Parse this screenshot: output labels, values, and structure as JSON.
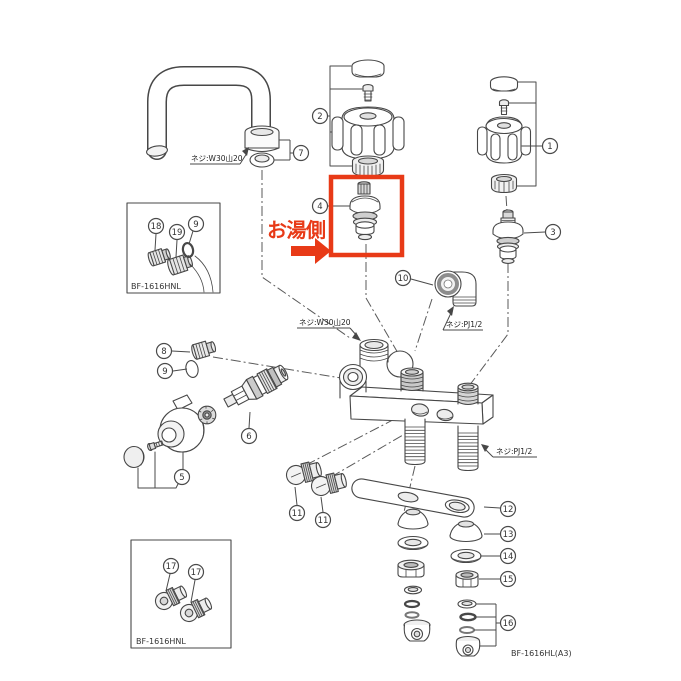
{
  "diagram": {
    "model_labels": {
      "main": "BF-1616HL(A3)",
      "inset_top": "BF-1616HNL",
      "inset_bottom": "BF-1616HNL"
    },
    "highlight": {
      "label": "お湯側",
      "color": "#e83a17"
    },
    "thread_labels": {
      "spout": "ネジ:W30山20",
      "body_top": "ネジ:W30山20",
      "elbow": "ネジ:PJ1/2",
      "shank": "ネジ:PJ1/2"
    },
    "callouts": {
      "c1": "1",
      "c2": "2",
      "c3": "3",
      "c4": "4",
      "c5": "5",
      "c6": "6",
      "c7": "7",
      "c8": "8",
      "c9": "9",
      "c9b": "9",
      "c10": "10",
      "c11a": "11",
      "c11b": "11",
      "c12": "12",
      "c13": "13",
      "c14": "14",
      "c15": "15",
      "c16": "16",
      "c17a": "17",
      "c17b": "17",
      "c18": "18",
      "c19": "19"
    }
  }
}
